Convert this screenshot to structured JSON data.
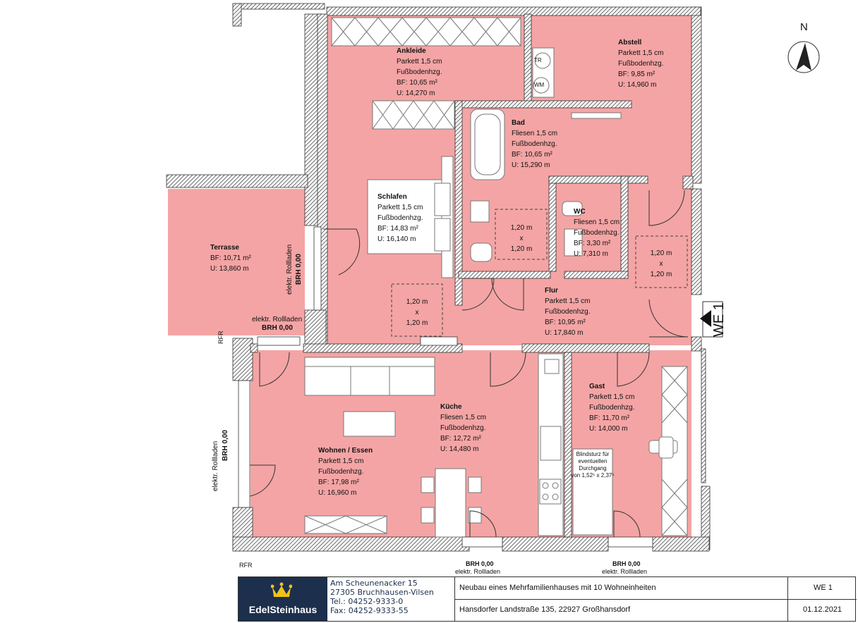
{
  "north": "N",
  "rooms": {
    "ankleide": {
      "name": "Ankleide",
      "floor": "Parkett 1,5 cm",
      "heating": "Fußbodenhzg.",
      "area": "BF: 10,65 m²",
      "perimeter": "U: 14,270 m"
    },
    "abstell": {
      "name": "Abstell",
      "floor": "Parkett 1,5 cm",
      "heating": "Fußbodenhzg.",
      "area": "BF: 9,85 m²",
      "perimeter": "U: 14,960 m"
    },
    "bad": {
      "name": "Bad",
      "floor": "Fliesen 1,5 cm",
      "heating": "Fußbodenhzg.",
      "area": "BF: 10,65 m²",
      "perimeter": "U: 15,290 m"
    },
    "schlafen": {
      "name": "Schlafen",
      "floor": "Parkett 1,5 cm",
      "heating": "Fußbodenhzg.",
      "area": "BF: 14,83 m²",
      "perimeter": "U: 16,140 m"
    },
    "terrasse": {
      "name": "Terrasse",
      "area": "BF: 10,71 m²",
      "perimeter": "U: 13,860 m"
    },
    "wc": {
      "name": "WC",
      "floor": "Fliesen 1,5 cm",
      "heating": "Fußbodenhzg.",
      "area": "BF: 3,30 m²",
      "perimeter": "U: 7,310 m"
    },
    "flur": {
      "name": "Flur",
      "floor": "Parkett 1,5 cm",
      "heating": "Fußbodenhzg.",
      "area": "BF: 10,95 m²",
      "perimeter": "U: 17,840 m"
    },
    "kueche": {
      "name": "Küche",
      "floor": "Fliesen 1,5 cm",
      "heating": "Fußbodenhzg.",
      "area": "BF: 12,72 m²",
      "perimeter": "U: 14,480 m"
    },
    "gast": {
      "name": "Gast",
      "floor": "Parkett 1,5 cm",
      "heating": "Fußbodenhzg.",
      "area": "BF: 11,70 m²",
      "perimeter": "U: 14,000 m"
    },
    "wohnen": {
      "name": "Wohnen / Essen",
      "floor": "Parkett 1,5 cm",
      "heating": "Fußbodenhzg.",
      "area": "BF: 17,98 m²",
      "perimeter": "U: 16,960 m"
    }
  },
  "turning_circles": {
    "a": {
      "size": "1,20 m",
      "x": "x",
      "size2": "1,20 m"
    },
    "b": {
      "size": "1,20 m",
      "x": "x",
      "size2": "1,20 m"
    },
    "c": {
      "size": "1,20 m",
      "x": "x",
      "size2": "1,20 m"
    }
  },
  "annotations": {
    "rollladen": "elektr. Rollladen",
    "rollladen_lower": "elektr. Rollladen",
    "brh": "BRH 0,00",
    "brh_terrasse": "BRH 0,00",
    "brh_left": "BRH 0,00",
    "rfr": "RFR",
    "rfr2": "RFR",
    "brh_bottom1": "BRH 0,00",
    "rollladen_bottom1": "elektr. Rollladen",
    "brh_bottom2": "BRH 0,00",
    "rollladen_bottom2": "elektr. Rollladen",
    "tr": "TR",
    "wm": "WM",
    "blindsturz": [
      "Blindsturz für",
      "eventuellen",
      "Durchgang",
      "von 1,52⁵ x 2,37⁵"
    ],
    "we_marker": "WE 1"
  },
  "titleblock": {
    "brand": "EdelSteinhaus",
    "address1": "Am Scheunenacker 15",
    "address2": "27305 Bruchhausen-Vilsen",
    "tel": "Tel.: 04252-9333-0",
    "fax": "Fax: 04252-9333-55",
    "project": "Neubau eines Mehrfamilienhauses mit 10 Wohneinheiten",
    "unit": "WE 1",
    "street": "Hansdorfer Landstraße 135, 22927 Großhansdorf",
    "date": "01.12.2021"
  },
  "colors": {
    "room_fill": "#f4a4a4",
    "wall_hatch": "#555555",
    "brand_blue": "#1c2f4d",
    "crown_yellow": "#f2c314"
  }
}
